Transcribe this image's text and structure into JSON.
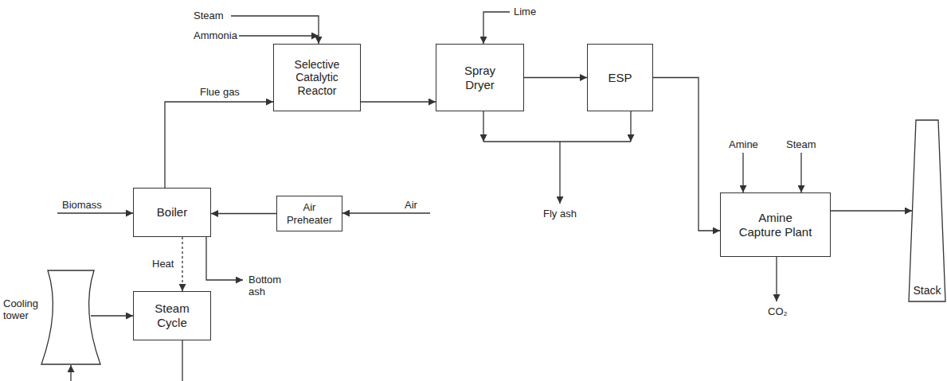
{
  "diagram": {
    "nodes": [
      {
        "text": [
          "Selective Catalytic Reactor"
        ]
      },
      {
        "text": [
          "Spray Dryer"
        ]
      },
      {
        "text": [
          "ESP"
        ]
      },
      {
        "text": [
          "Boiler"
        ]
      },
      {
        "text": [
          "Air Preheater"
        ]
      },
      {
        "text": [
          "Amine Capture Plant"
        ]
      },
      {
        "text": [
          "Steam Cycle"
        ]
      },
      {
        "text": [
          "Cooling tower"
        ]
      },
      {
        "text": [
          "Stack"
        ]
      }
    ],
    "edges": [
      {
        "from": 3,
        "to": 0,
        "arrow": "to",
        "label": "Flue gas"
      },
      {
        "from": 0,
        "to": 1,
        "arrow": "to"
      },
      {
        "from": 1,
        "to": 2,
        "arrow": "to"
      },
      {
        "from": 2,
        "to": 5,
        "arrow": "to"
      },
      {
        "from": 5,
        "to": 8,
        "arrow": "to"
      },
      {
        "from": 4,
        "to": 3,
        "arrow": "to"
      },
      {
        "from": 3,
        "to": 6,
        "arrow": "to",
        "label": "Heat"
      },
      {
        "from": 7,
        "to": 6,
        "arrow": "to"
      }
    ],
    "labels": [
      "Steam",
      "Ammonia",
      "Lime",
      "Biomass",
      "Air",
      "Bottom ash",
      "Fly ash",
      "Amine",
      "Steam",
      "CO₂"
    ]
  }
}
